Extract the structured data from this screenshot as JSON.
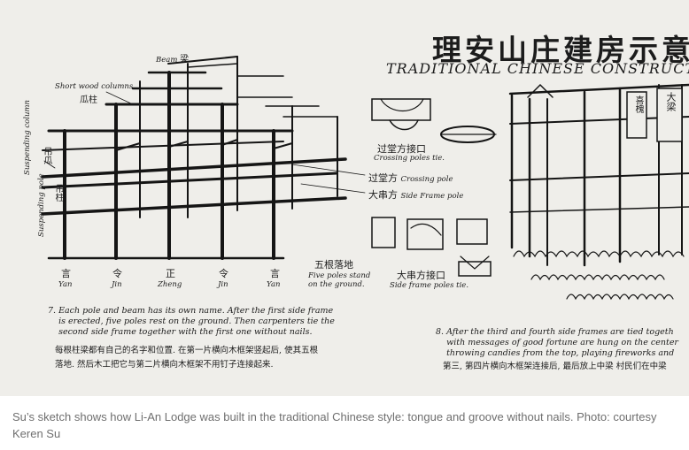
{
  "sketch": {
    "title_cn": "理安山庄建房示意",
    "title_en": "TRADITIONAL CHINESE CONSTRUCTION AL",
    "beam": {
      "en": "Beam",
      "cn": "梁"
    },
    "short_columns": {
      "en": "Short wood columns",
      "cn": "瓜柱"
    },
    "suspending_column": {
      "en": "Suspending column",
      "cn": "吊瓜"
    },
    "suspending_pole": {
      "en": "Suspending pole",
      "cn": "吊柱"
    },
    "poles": [
      {
        "cn": "言",
        "en": "Yan"
      },
      {
        "cn": "令",
        "en": "Jin"
      },
      {
        "cn": "正",
        "en": "Zheng"
      },
      {
        "cn": "令",
        "en": "Jin"
      },
      {
        "cn": "言",
        "en": "Yan"
      }
    ],
    "five_poles": {
      "cn": "五根落地",
      "en_line1": "Five poles stand",
      "en_line2": "on the ground."
    },
    "crossing_poles_tie": {
      "cn": "过堂方接口",
      "en": "Crossing poles tie."
    },
    "crossing_pole": {
      "cn": "过堂方",
      "en": "Crossing pole"
    },
    "side_frame_pole": {
      "cn": "大串方",
      "en": "Side Frame pole"
    },
    "side_frame_poles_tie": {
      "cn": "大串方接口",
      "en": "Side frame poles tie."
    },
    "signs": {
      "sign1": "喜槐",
      "sign2": "大梁"
    },
    "note7_en": "7. Each pole and beam has its own name. After the first side frame\n    is erected, five poles rest on the ground. Then carpenters tie the\n    second side frame together with the first one without nails.",
    "note7_cn": "每根柱梁都有自己的名字和位置. 在第一片横向木框架竖起后, 使其五根\n落地. 然后木工把它与第二片横向木框架不用钉子连接起来.",
    "note8_en": "8. After the third and fourth side frames are tied togeth\n    with messages of good fortune are hung on the center\n    throwing candies from the top, playing fireworks and",
    "note8_cn": "第三, 第四片横向木框架连接后, 最后放上中梁 村民们在中梁"
  },
  "caption": "Su’s sketch shows how Li-An Lodge was built in the traditional Chinese style: tongue and groove without nails. Photo: courtesy Keren Su"
}
